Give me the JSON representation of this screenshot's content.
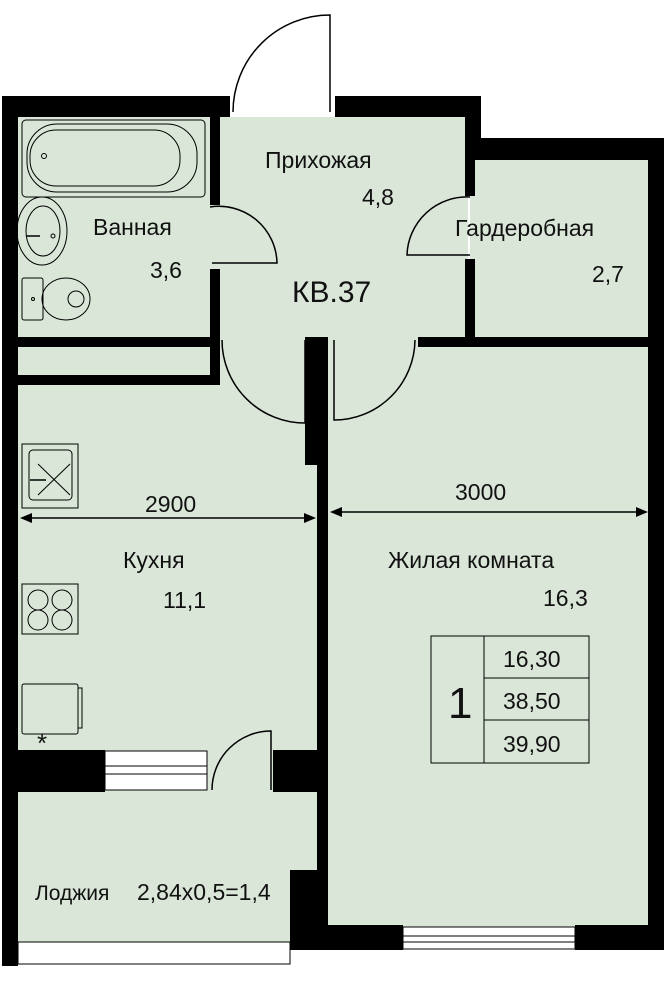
{
  "apartment": {
    "label": "КВ.37"
  },
  "rooms": {
    "hallway": {
      "name": "Прихожая",
      "area": "4,8"
    },
    "bathroom": {
      "name": "Ванная",
      "area": "3,6"
    },
    "wardrobe": {
      "name": "Гардеробная",
      "area": "2,7"
    },
    "kitchen": {
      "name": "Кухня",
      "area": "11,1"
    },
    "living": {
      "name": "Жилая комната",
      "area": "16,3"
    },
    "loggia": {
      "name": "Лоджия",
      "area": "2,84х0,5=1,4"
    }
  },
  "dimensions": {
    "kitchen_width": "2900",
    "living_width": "3000"
  },
  "summary_table": {
    "rooms_count": "1",
    "living_area": "16,30",
    "total_area": "38,50",
    "total_with_loggia": "39,90"
  },
  "colors": {
    "floor": "#dae7d8",
    "walls": "#000000"
  }
}
